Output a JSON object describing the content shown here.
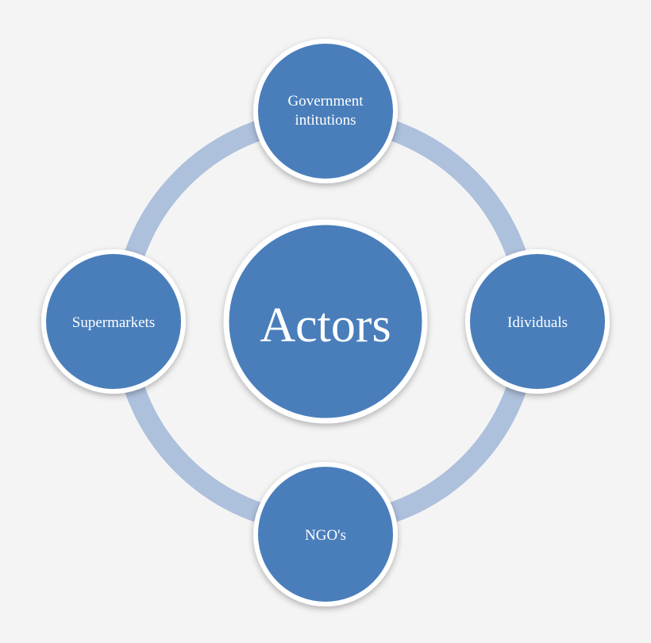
{
  "diagram": {
    "center": {
      "label": "Actors"
    },
    "nodes": {
      "top": {
        "lines": [
          "Government",
          "intitutions"
        ]
      },
      "right": {
        "lines": [
          "Idividuals"
        ]
      },
      "bottom": {
        "lines": [
          "NGO's"
        ]
      },
      "left": {
        "lines": [
          "Supermarkets"
        ]
      }
    }
  },
  "colors": {
    "background": "#f4f4f4",
    "node_fill": "#4a7ebb",
    "node_border": "#ffffff",
    "ring": "#adc0dc",
    "text": "#ffffff"
  }
}
